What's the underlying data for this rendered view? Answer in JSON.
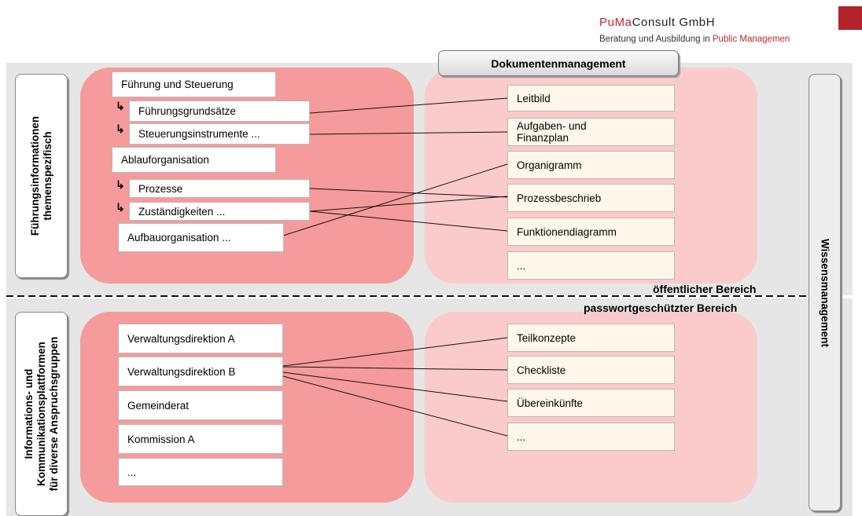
{
  "header": {
    "brand_pu": "Pu",
    "brand_ma": "Ma",
    "brand_rest": "Consult GmbH",
    "tagline_main": "Beratung und Ausbildung in ",
    "tagline_pub": "Public Managemen"
  },
  "top_label": [
    "Führungsinformationen",
    "themenspezifisch"
  ],
  "bottom_label": [
    "Informations- und",
    "Kommunikationsplattformen",
    "für diverse Anspruchsgruppen"
  ],
  "right_label": "Wissensmanagement",
  "doc_header": "Dokumentenmanagement",
  "regions": {
    "public": "öffentlicher Bereich",
    "protected": "passwortgeschützter  Bereich"
  },
  "left_top": {
    "group1": "Führung und Steuerung",
    "g1_items": [
      "Führungsgrundsätze",
      "Steuerungsinstrumente ..."
    ],
    "group2": "Ablauforganisation",
    "g2_items": [
      "Prozesse",
      "Zuständigkeiten ..."
    ],
    "group3": "Aufbauorganisation ..."
  },
  "right_top": [
    "Leitbild",
    "Aufgaben- und Finanzplan",
    "Organigramm",
    "Prozessbeschrieb",
    "Funktionendiagramm",
    "..."
  ],
  "left_bottom": [
    "Verwaltungsdirektion A",
    "Verwaltungsdirektion B",
    "Gemeinderat",
    "Kommission A",
    "..."
  ],
  "right_bottom": [
    "Teilkonzepte",
    "Checkliste",
    "Übereinkünfte",
    "..."
  ],
  "colors": {
    "brand_red": "#c0282d",
    "left_area": "#f69b9b",
    "right_area": "#fbcaca",
    "band": "#e6e6e6"
  },
  "icons": {
    "sub_item": "corner-arrow-icon"
  }
}
